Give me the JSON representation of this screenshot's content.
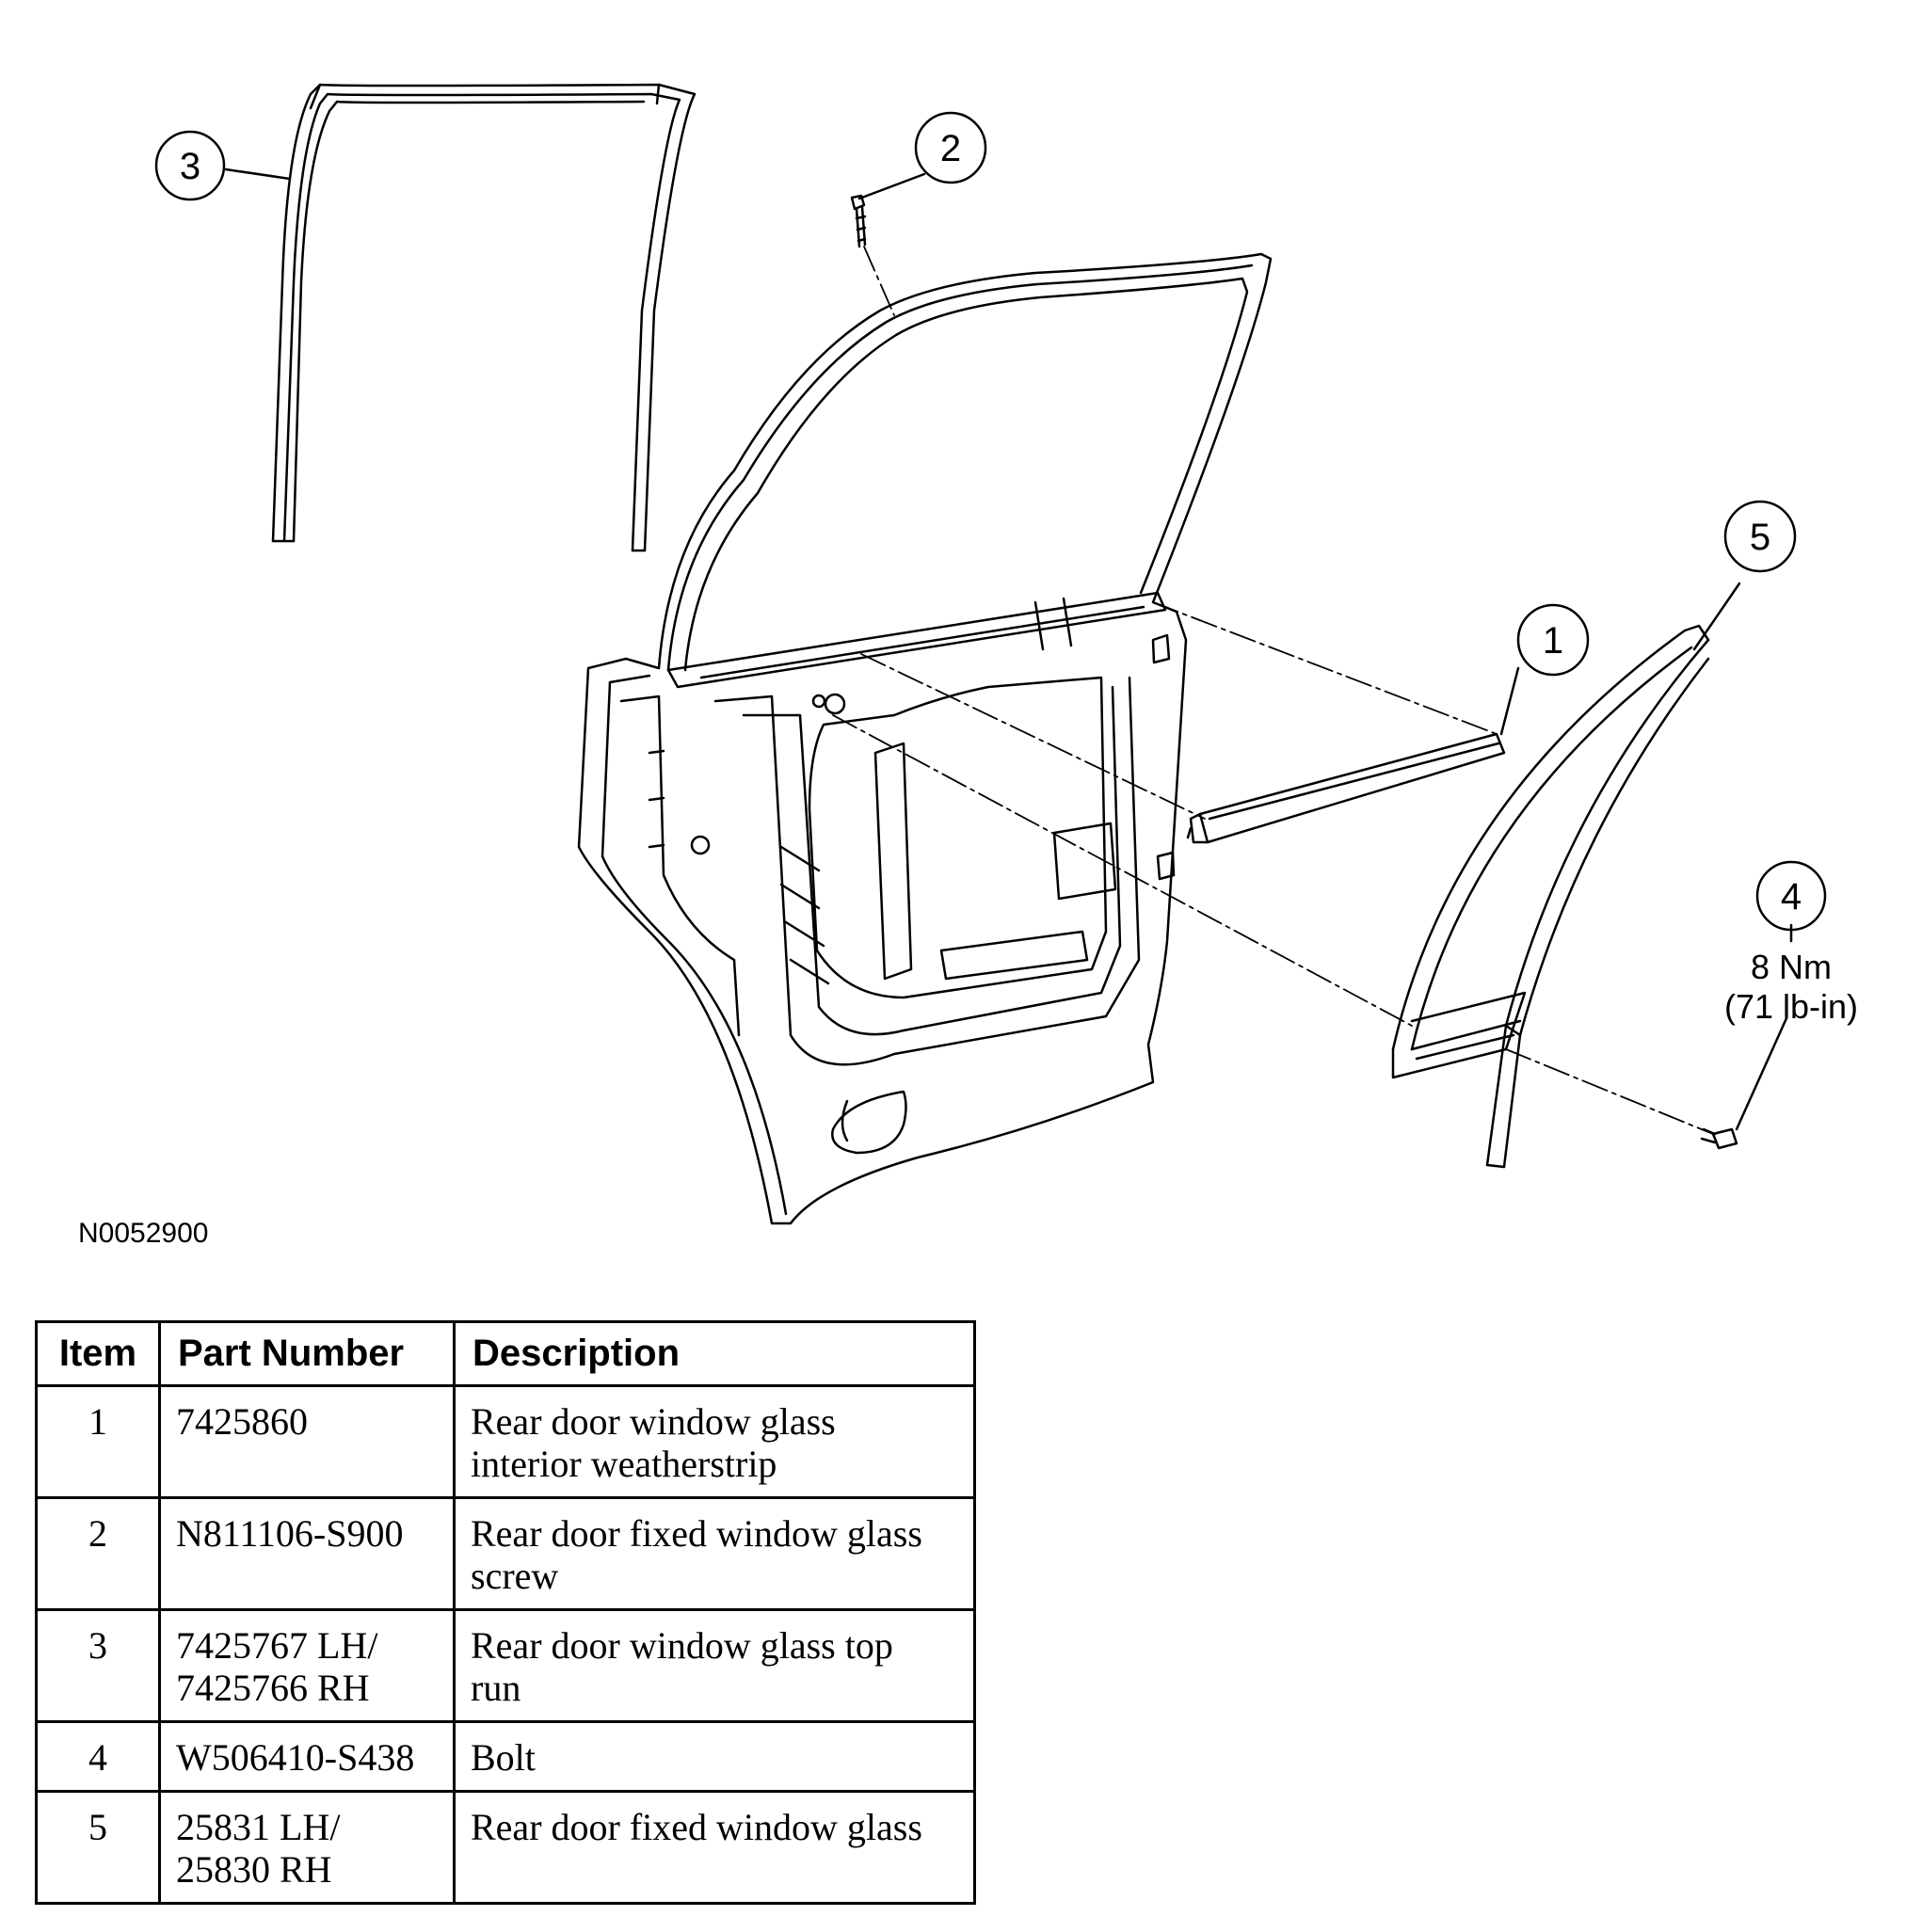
{
  "figure_id": "N0052900",
  "callouts": {
    "c1": "1",
    "c2": "2",
    "c3": "3",
    "c4": "4",
    "c5": "5"
  },
  "torque_spec": {
    "line1": "8 Nm",
    "line2": "(71 lb-in)"
  },
  "table": {
    "headers": [
      "Item",
      "Part Number",
      "Description"
    ],
    "rows": [
      {
        "item": "1",
        "part_lines": [
          "7425860"
        ],
        "desc_lines": [
          "Rear door window glass",
          "interior weatherstrip"
        ]
      },
      {
        "item": "2",
        "part_lines": [
          "N811106-S900"
        ],
        "desc_lines": [
          "Rear door fixed window glass",
          "screw"
        ]
      },
      {
        "item": "3",
        "part_lines": [
          "7425767 LH/",
          "7425766 RH"
        ],
        "desc_lines": [
          "Rear door window glass top",
          "run"
        ]
      },
      {
        "item": "4",
        "part_lines": [
          "W506410-S438"
        ],
        "desc_lines": [
          "Bolt"
        ]
      },
      {
        "item": "5",
        "part_lines": [
          "25831 LH/",
          "25830 RH"
        ],
        "desc_lines": [
          "Rear door fixed window glass"
        ]
      }
    ]
  }
}
